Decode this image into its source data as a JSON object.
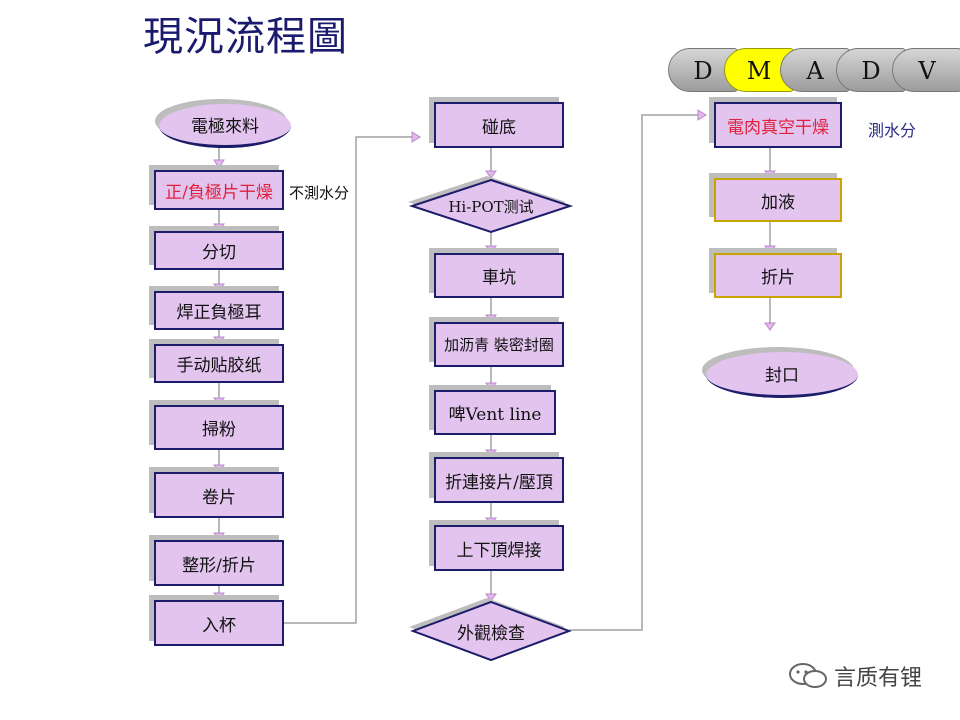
{
  "title": "現況流程圖",
  "tabs": [
    "D",
    "M",
    "A",
    "D",
    "V"
  ],
  "active_tab_index": 1,
  "colors": {
    "box_fill": "#e2c4ee",
    "box_border": "#1c1c6a",
    "highlight_text": "#e0203c",
    "active_tab": "#ffff00",
    "gold_border": "#c9a300"
  },
  "col1": {
    "start": "電極來料",
    "steps": [
      "正/負極片干燥",
      "分切",
      "焊正負極耳",
      "手动贴胶纸",
      "掃粉",
      "卷片",
      "整形/折片",
      "入杯"
    ],
    "note": "不測水分"
  },
  "col2": {
    "step1": "碰底",
    "decision1": "Hi-POT测试",
    "steps": [
      "車坑",
      "加沥青 裝密封圈",
      "啤Vent line",
      "折連接片/壓頂",
      "上下頂焊接"
    ],
    "decision2": "外觀檢查"
  },
  "col3": {
    "steps": [
      "電肉真空干燥",
      "加液",
      "折片"
    ],
    "end": "封口",
    "note": "測水分"
  },
  "watermark": "言质有锂"
}
